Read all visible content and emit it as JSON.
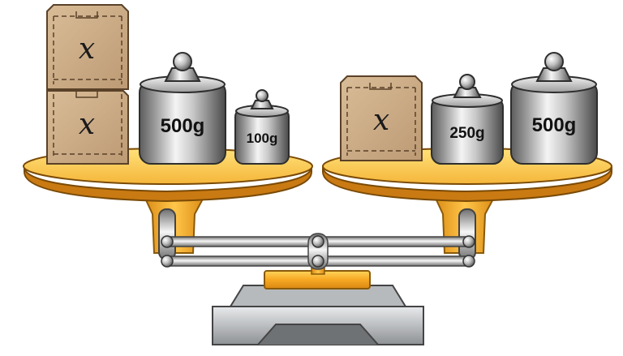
{
  "left_pan": {
    "boxes": [
      {
        "label": "x"
      },
      {
        "label": "x"
      }
    ],
    "weights": [
      {
        "label": "500g"
      },
      {
        "label": "100g"
      }
    ]
  },
  "right_pan": {
    "boxes": [
      {
        "label": "x"
      }
    ],
    "weights": [
      {
        "label": "250g"
      },
      {
        "label": "500g"
      }
    ]
  },
  "colors": {
    "pan": "#F7A823",
    "pan_dark": "#C97A12",
    "box": "#CDAE8A",
    "box_dark": "#8C6A47",
    "weight_light": "#E6E6E6",
    "weight_dark": "#6A6A6A",
    "base": "#C9CCCF"
  }
}
